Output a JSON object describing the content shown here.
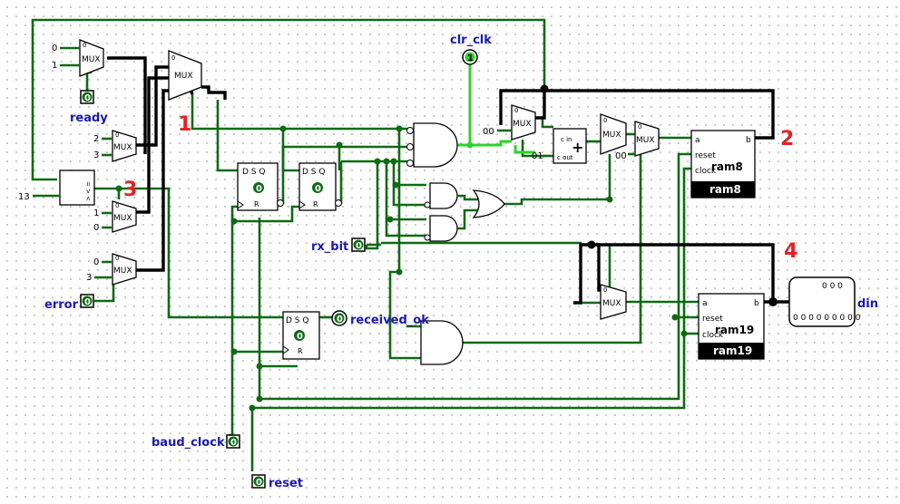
{
  "labels": {
    "ready": "ready",
    "error": "error",
    "clr_clk": "clr_clk",
    "rx_bit": "rx_bit",
    "received_ok": "received_ok",
    "baud_clock": "baud_clock",
    "reset": "reset",
    "din": "din"
  },
  "annotations": [
    "1",
    "2",
    "3",
    "4"
  ],
  "constants": {
    "c0": "0",
    "c1": "1",
    "c2": "2",
    "c3a": "3",
    "c1b": "1",
    "c0b": "0",
    "c3b": "3",
    "c13": "13",
    "c00a": "00",
    "c01": "01",
    "c00b": "00"
  },
  "pins": {
    "ready_val": "0",
    "error_val": "0",
    "clr_clk_val": "1",
    "rx_bit_val": "0",
    "received_ok_val": "0",
    "baud_clock_val": "0",
    "reset_val": "0",
    "ff1_val": "0",
    "ff2_val": "0",
    "ff3_val": "0"
  },
  "components": {
    "mux": "MUX",
    "ram8_title": "ram8",
    "ram8_label": "ram8",
    "ram19_title": "ram19",
    "ram19_label": "ram19",
    "ram_a": "a",
    "ram_b": "b",
    "ram_reset": "reset",
    "ram_clock": "clock",
    "ff_header": "D S Q",
    "ff_r": "R",
    "adder_cin": "c in",
    "adder_cout": "c out",
    "adder_op": "+",
    "mux_in0": "0",
    "mux_in1": "1"
  },
  "din_display": {
    "row1": "0 0 0",
    "row2": "0 0 0 0 0 0 0 0 0"
  }
}
